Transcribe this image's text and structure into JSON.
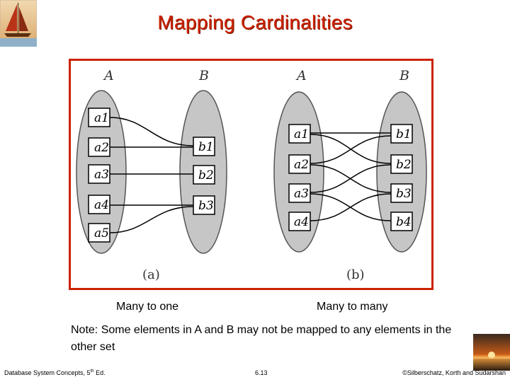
{
  "slide": {
    "title": "Mapping Cardinalities",
    "caption_left": "Many to one",
    "caption_right": "Many to many",
    "note": "Note: Some elements in A and B may not be mapped to any elements in the other set"
  },
  "diagram": {
    "left": {
      "label_a": "A",
      "label_b": "B",
      "a_elements": [
        "a1",
        "a2",
        "a3",
        "a4",
        "a5"
      ],
      "b_elements": [
        "b1",
        "b2",
        "b3"
      ],
      "sublabel": "(a)"
    },
    "right": {
      "label_a": "A",
      "label_b": "B",
      "a_elements": [
        "a1",
        "a2",
        "a3",
        "a4"
      ],
      "b_elements": [
        "b1",
        "b2",
        "b3",
        "b4"
      ],
      "sublabel": "(b)"
    },
    "border_color": "#cc2200"
  },
  "footer": {
    "left_main": "Database System Concepts, 5",
    "left_sup": "th",
    "left_tail": " Ed.",
    "center": "6.13",
    "right": "©Silberschatz, Korth and Sudarshan"
  }
}
